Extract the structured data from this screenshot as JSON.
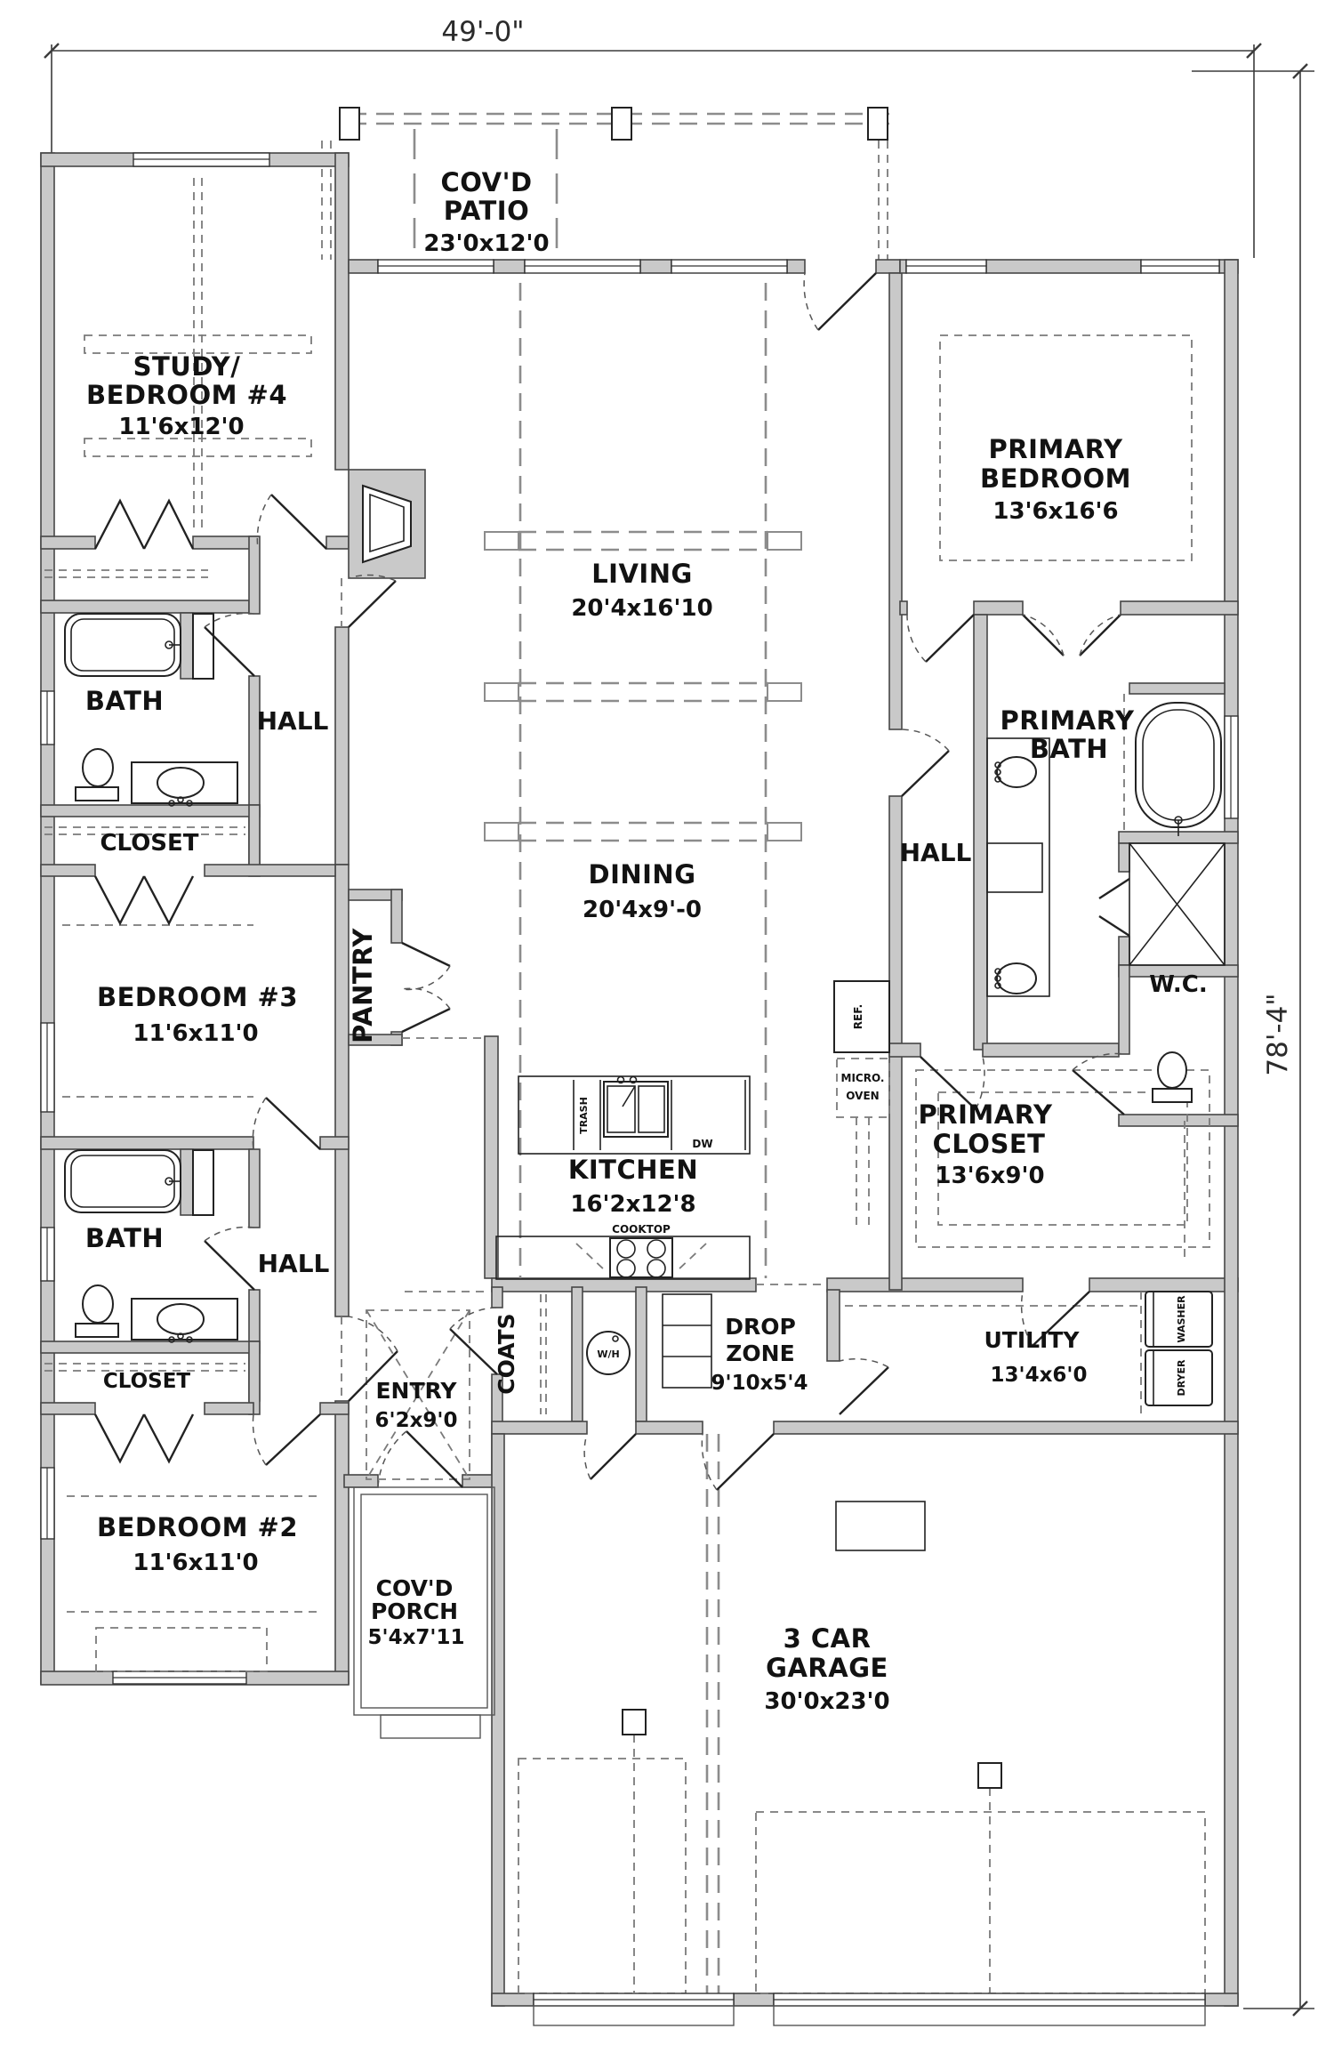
{
  "plan": {
    "width_label": "49'-0\"",
    "height_label": "78'-4\"",
    "rooms": {
      "patio": {
        "l1": "COV'D",
        "l2": "PATIO",
        "size": "23'0x12'0"
      },
      "study": {
        "l1": "STUDY/",
        "l2": "BEDROOM #4",
        "size": "11'6x12'0"
      },
      "living": {
        "l1": "LIVING",
        "size": "20'4x16'10"
      },
      "dining": {
        "l1": "DINING",
        "size": "20'4x9'-0"
      },
      "primary_bedroom": {
        "l1": "PRIMARY",
        "l2": "BEDROOM",
        "size": "13'6x16'6"
      },
      "primary_bath": {
        "l1": "PRIMARY",
        "l2": "BATH"
      },
      "primary_closet": {
        "l1": "PRIMARY",
        "l2": "CLOSET",
        "size": "13'6x9'0"
      },
      "primary_hall": {
        "l1": "HALL"
      },
      "wc": {
        "l1": "W.C."
      },
      "bath_upper": {
        "l1": "BATH"
      },
      "hall_upper": {
        "l1": "HALL"
      },
      "closet_upper": {
        "l1": "CLOSET"
      },
      "bedroom3": {
        "l1": "BEDROOM #3",
        "size": "11'6x11'0"
      },
      "pantry": {
        "l1": "PANTRY"
      },
      "kitchen": {
        "l1": "KITCHEN",
        "size": "16'2x12'8"
      },
      "bath_lower": {
        "l1": "BATH"
      },
      "hall_lower": {
        "l1": "HALL"
      },
      "closet_lower": {
        "l1": "CLOSET"
      },
      "bedroom2": {
        "l1": "BEDROOM #2",
        "size": "11'6x11'0"
      },
      "entry": {
        "l1": "ENTRY",
        "size": "6'2x9'0"
      },
      "coats": {
        "l1": "COATS"
      },
      "drop_zone": {
        "l1": "DROP",
        "l2": "ZONE",
        "size": "9'10x5'4"
      },
      "utility": {
        "l1": "UTILITY",
        "size": "13'4x6'0"
      },
      "porch": {
        "l1": "COV'D",
        "l2": "PORCH",
        "size": "5'4x7'11"
      },
      "garage": {
        "l1": "3 CAR",
        "l2": "GARAGE",
        "size": "30'0x23'0"
      }
    },
    "appliances": {
      "trash": "TRASH",
      "dw": "DW",
      "cooktop": "COOKTOP",
      "ref": "REF.",
      "micro": "MICRO.",
      "oven": "OVEN",
      "water_heater": "W/H",
      "washer": "WASHER",
      "dryer": "DRYER"
    },
    "colors": {
      "wall_fill": "#c9c9c9",
      "line": "#2e2e2e",
      "dash": "#8c8c8c",
      "background": "#ffffff"
    }
  }
}
